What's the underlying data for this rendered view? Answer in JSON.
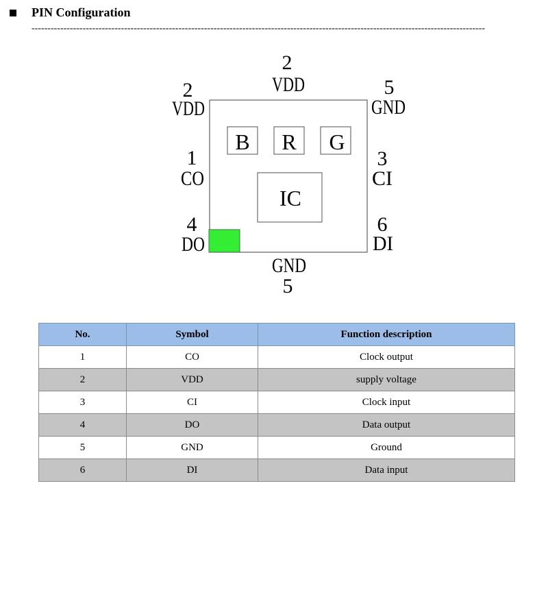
{
  "section": {
    "title": "PIN Configuration"
  },
  "diagram": {
    "top_pin": {
      "number": "2",
      "symbol": "VDD"
    },
    "top_left_pin": {
      "number": "2",
      "symbol": "VDD"
    },
    "top_right_pin": {
      "number": "5",
      "symbol": "GND"
    },
    "left_pin": {
      "number": "1",
      "symbol": "CO"
    },
    "right_pin": {
      "number": "3",
      "symbol": "CI"
    },
    "bottom_left_pin": {
      "number": "4",
      "symbol": "DO"
    },
    "bottom_right_pin": {
      "number": "6",
      "symbol": "DI"
    },
    "bottom_pin": {
      "number": "5",
      "symbol": "GND"
    },
    "leds": [
      "B",
      "R",
      "G"
    ],
    "ic_label": "IC",
    "marker_color": "#33ee33"
  },
  "table": {
    "headers": [
      "No.",
      "Symbol",
      "Function description"
    ],
    "rows": [
      [
        "1",
        "CO",
        "Clock output"
      ],
      [
        "2",
        "VDD",
        "supply voltage"
      ],
      [
        "3",
        "CI",
        "Clock input"
      ],
      [
        "4",
        "DO",
        "Data output"
      ],
      [
        "5",
        "GND",
        "Ground"
      ],
      [
        "6",
        "DI",
        "Data input"
      ]
    ],
    "header_color": "#9cbde8",
    "alt_row_color": "#c4c4c4"
  }
}
